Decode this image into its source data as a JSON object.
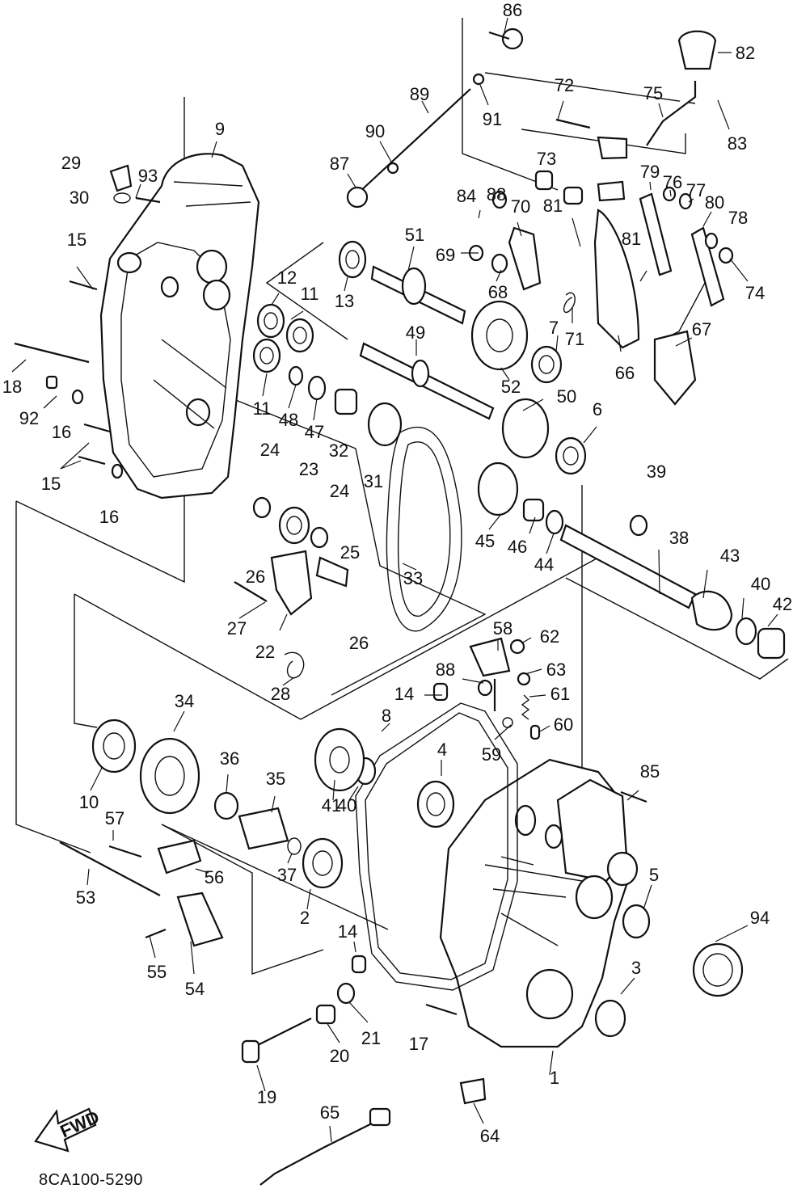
{
  "labels": {
    "p1": "1",
    "p2": "2",
    "p3": "3",
    "p4": "4",
    "p5": "5",
    "p6": "6",
    "p7": "7",
    "p8": "8",
    "p9": "9",
    "p10": "10",
    "p11a": "11",
    "p11b": "11",
    "p12": "12",
    "p13": "13",
    "p14a": "14",
    "p14b": "14",
    "p15a": "15",
    "p15b": "15",
    "p16a": "16",
    "p16b": "16",
    "p17": "17",
    "p18": "18",
    "p19": "19",
    "p20": "20",
    "p21": "21",
    "p22": "22",
    "p23": "23",
    "p24a": "24",
    "p24b": "24",
    "p25": "25",
    "p26a": "26",
    "p26b": "26",
    "p27": "27",
    "p28": "28",
    "p29": "29",
    "p30": "30",
    "p31": "31",
    "p32": "32",
    "p33": "33",
    "p34": "34",
    "p35": "35",
    "p36": "36",
    "p37": "37",
    "p38": "38",
    "p39": "39",
    "p40a": "40",
    "p40b": "40",
    "p41": "41",
    "p42": "42",
    "p43": "43",
    "p44": "44",
    "p45": "45",
    "p46": "46",
    "p47": "47",
    "p48": "48",
    "p49": "49",
    "p50": "50",
    "p51": "51",
    "p52": "52",
    "p53": "53",
    "p54": "54",
    "p55": "55",
    "p56": "56",
    "p57": "57",
    "p58": "58",
    "p59": "59",
    "p60": "60",
    "p61": "61",
    "p62": "62",
    "p63": "63",
    "p64": "64",
    "p65": "65",
    "p66": "66",
    "p67": "67",
    "p68": "68",
    "p69": "69",
    "p70": "70",
    "p71": "71",
    "p72": "72",
    "p73": "73",
    "p74": "74",
    "p75": "75",
    "p76": "76",
    "p77": "77",
    "p78": "78",
    "p79": "79",
    "p80": "80",
    "p81a": "81",
    "p81b": "81",
    "p82": "82",
    "p83": "83",
    "p84": "84",
    "p85": "85",
    "p86": "86",
    "p87": "87",
    "p88a": "88",
    "p88b": "88",
    "p89": "89",
    "p90": "90",
    "p91": "91",
    "p92": "92",
    "p93": "93",
    "p94": "94"
  },
  "fwd_label": "FWD",
  "doc_code": "8CA100-5290"
}
